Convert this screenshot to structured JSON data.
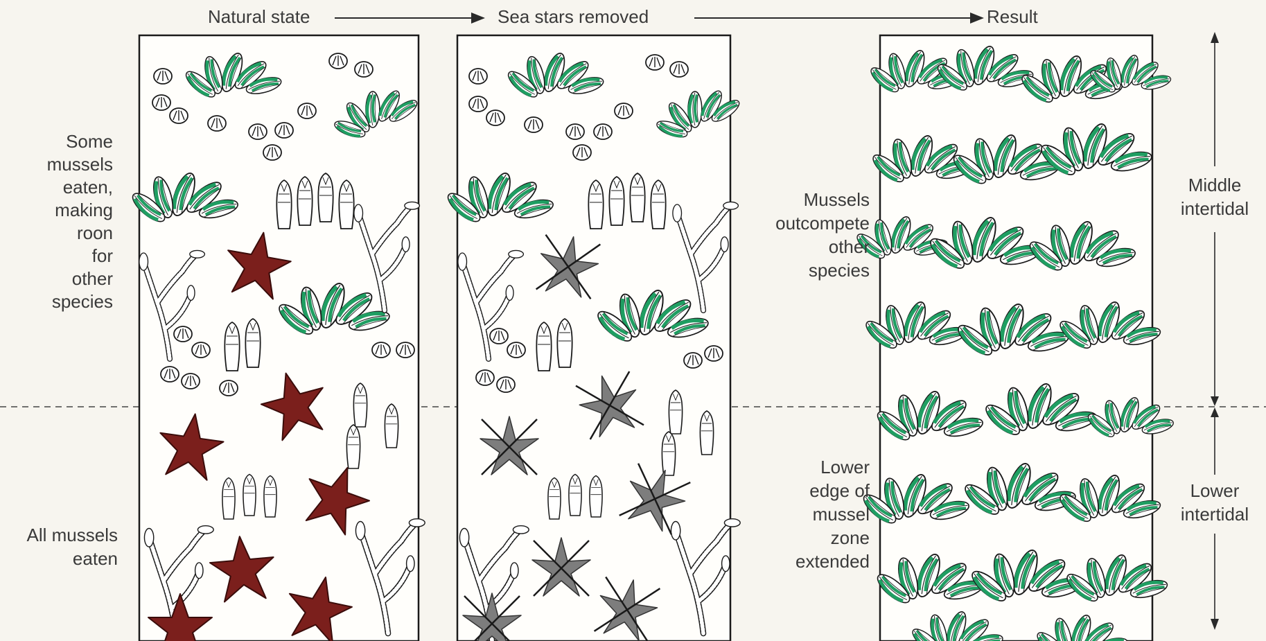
{
  "headers": {
    "natural": "Natural state",
    "removed": "Sea stars removed",
    "result": "Result"
  },
  "left_labels": {
    "upper": [
      "Some",
      "mussels",
      "eaten,",
      "making",
      "roon",
      "for",
      "other",
      "species"
    ],
    "lower": [
      "All mussels",
      "eaten"
    ]
  },
  "middle_labels": {
    "upper": [
      "Mussels",
      "outcompete",
      "other",
      "species"
    ],
    "lower": [
      "Lower",
      "edge of",
      "mussel",
      "zone",
      "extended"
    ]
  },
  "right_labels": {
    "middle": [
      "Middle",
      "intertidal"
    ],
    "lower": [
      "Lower",
      "intertidal"
    ]
  },
  "colors": {
    "mussel_green": "#1f9e62",
    "sea_star": "#7b1f1c",
    "removed_star": "#7d7d7d",
    "outline": "#1a1a1a"
  },
  "icons": [
    "mussel-cluster",
    "barnacle",
    "sea-star",
    "crossed-sea-star",
    "goose-barnacle",
    "algae"
  ]
}
